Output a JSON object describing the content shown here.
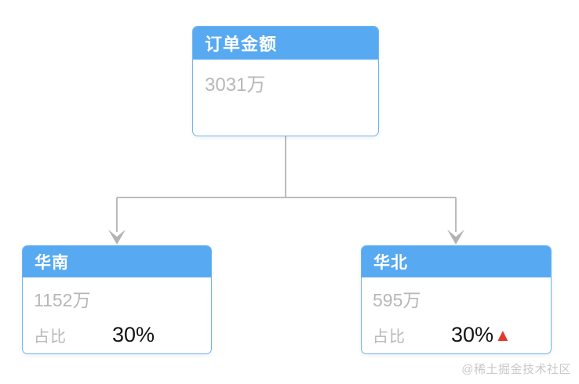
{
  "diagram": {
    "type": "tree-chart",
    "root_node": {
      "title": "订单金额",
      "value": "3031万"
    },
    "child_nodes": [
      {
        "title": "华南",
        "value": "1152万",
        "ratio_label": "占比",
        "ratio_value": "30%",
        "trend": ""
      },
      {
        "title": "华北",
        "value": "595万",
        "ratio_label": "占比",
        "ratio_value": "30%",
        "trend": "up"
      }
    ]
  },
  "icons": {
    "trend_up_glyph": "▲"
  },
  "colors": {
    "node_header_blue": "#57a9f2",
    "node_border_blue": "#6fb4f2",
    "muted_text_gray": "#b7b7b7",
    "emphasis_text_black": "#141414",
    "connector_gray": "#bcbcbc",
    "trend_up_red": "#e0392d",
    "watermark_gray": "#c9c9c9",
    "background": "#ffffff"
  },
  "watermark": {
    "text": "@稀土掘金技术社区"
  }
}
